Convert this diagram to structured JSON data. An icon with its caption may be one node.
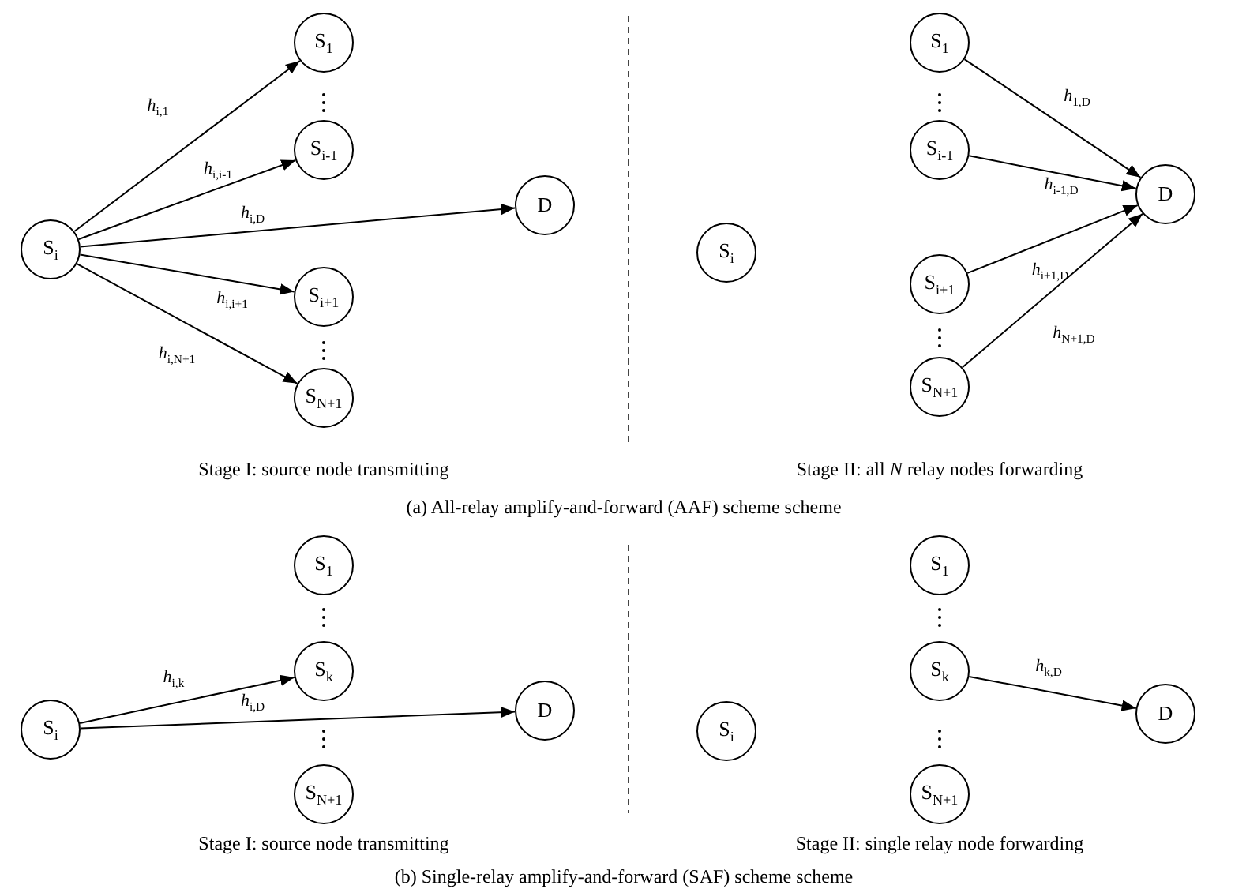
{
  "diagram": {
    "nodes": [
      {
        "text": [
          "S$_{i}$"
        ]
      },
      {
        "text": [
          "S$_{1}$"
        ]
      },
      {
        "text": [
          "S$_{i-1}$"
        ]
      },
      {
        "text": [
          "D"
        ]
      },
      {
        "text": [
          "S$_{i+1}$"
        ]
      },
      {
        "text": [
          "S$_{N+1}$"
        ]
      },
      {
        "text": [
          "S$_{i}$"
        ]
      },
      {
        "text": [
          "S$_{1}$"
        ]
      },
      {
        "text": [
          "S$_{i-1}$"
        ]
      },
      {
        "text": [
          "D"
        ]
      },
      {
        "text": [
          "S$_{i+1}$"
        ]
      },
      {
        "text": [
          "S$_{N+1}$"
        ]
      },
      {
        "text": [
          "S$_{i}$"
        ]
      },
      {
        "text": [
          "S$_{1}$"
        ]
      },
      {
        "text": [
          "S$_{k}$"
        ]
      },
      {
        "text": [
          "D"
        ]
      },
      {
        "text": [
          "S$_{N+1}$"
        ]
      },
      {
        "text": [
          "S$_{i}$"
        ]
      },
      {
        "text": [
          "S$_{1}$"
        ]
      },
      {
        "text": [
          "S$_{k}$"
        ]
      },
      {
        "text": [
          "D"
        ]
      },
      {
        "text": [
          "S$_{N+1}$"
        ]
      }
    ],
    "edges": [
      {
        "from": 0,
        "to": 1,
        "arrow": "to",
        "label": "*h*$_{i,1}$"
      },
      {
        "from": 0,
        "to": 2,
        "arrow": "to",
        "label": "*h*$_{i,i-1}$"
      },
      {
        "from": 0,
        "to": 3,
        "arrow": "to",
        "label": "*h*$_{i,D}$"
      },
      {
        "from": 0,
        "to": 4,
        "arrow": "to",
        "label": "*h*$_{i,i+1}$"
      },
      {
        "from": 0,
        "to": 5,
        "arrow": "to",
        "label": "*h*$_{i,N+1}$"
      },
      {
        "from": 7,
        "to": 9,
        "arrow": "to",
        "label": "*h*$_{1,D}$"
      },
      {
        "from": 8,
        "to": 9,
        "arrow": "to",
        "label": "*h*$_{i-1,D}$"
      },
      {
        "from": 10,
        "to": 9,
        "arrow": "to",
        "label": "*h*$_{i+1,D}$"
      },
      {
        "from": 11,
        "to": 9,
        "arrow": "to",
        "label": "*h*$_{N+1,D}$"
      },
      {
        "from": 12,
        "to": 14,
        "arrow": "to",
        "label": "*h*$_{i,k}$"
      },
      {
        "from": 12,
        "to": 15,
        "arrow": "to",
        "label": "*h*$_{i,D}$"
      },
      {
        "from": 19,
        "to": 20,
        "arrow": "to",
        "label": "*h*$_{k,D}$"
      }
    ],
    "labels": [
      "Stage I: source node transmitting",
      "Stage II: all *N* relay nodes forwarding",
      "(a) All-relay amplify-and-forward (AAF) scheme scheme",
      "Stage I: source node transmitting",
      "Stage II: single relay node forwarding",
      "(b) Single-relay amplify-and-forward (SAF) scheme scheme"
    ]
  }
}
